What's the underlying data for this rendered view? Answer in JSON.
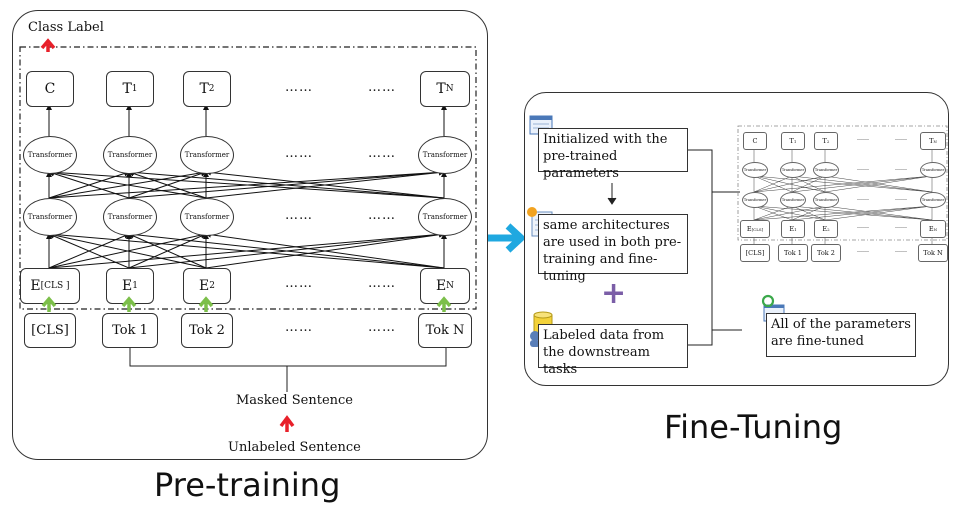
{
  "pretraining": {
    "title": "Pre-training",
    "class_label": "Class Label",
    "masked_sentence": "Masked Sentence",
    "unlabeled_sentence": "Unlabeled Sentence",
    "outputs": [
      "C",
      "T",
      "T",
      "T"
    ],
    "output_subs": [
      "",
      "1",
      "2",
      "N"
    ],
    "transformer_label": "Transformer",
    "embeddings": [
      "E",
      "E",
      "E",
      "E"
    ],
    "embedding_subs": [
      "[CLS ]",
      "1",
      "2",
      "N"
    ],
    "tokens": [
      "[CLS]",
      "Tok 1",
      "Tok 2",
      "Tok N"
    ],
    "ellipsis": "……"
  },
  "finetuning": {
    "title": "Fine-Tuning",
    "step1": "Initialized with the pre-trained parameters",
    "step2": "same architectures are used in both pre-training and fine-tuning",
    "plus": "+",
    "step3": "Labeled data from the downstream tasks",
    "result": "All of the parameters are fine-tuned",
    "mini": {
      "outputs": [
        "C",
        "T",
        "T",
        "T"
      ],
      "output_subs": [
        "",
        "1",
        "2",
        "N"
      ],
      "transformer_label": "Transformer",
      "embeddings": [
        "E",
        "E",
        "E",
        "E"
      ],
      "embedding_subs": [
        "[CLS]",
        "1",
        "2",
        "N"
      ],
      "tokens": [
        "[CLS]",
        "Tok 1",
        "Tok 2",
        "Tok N"
      ],
      "ellipsis": "……"
    }
  },
  "colors": {
    "red_arrow": "#e8202a",
    "green_arrow": "#7cbf4a",
    "blue_arrow": "#1fa8e0",
    "plus": "#7b5ea7",
    "flag": "#d6232a"
  }
}
